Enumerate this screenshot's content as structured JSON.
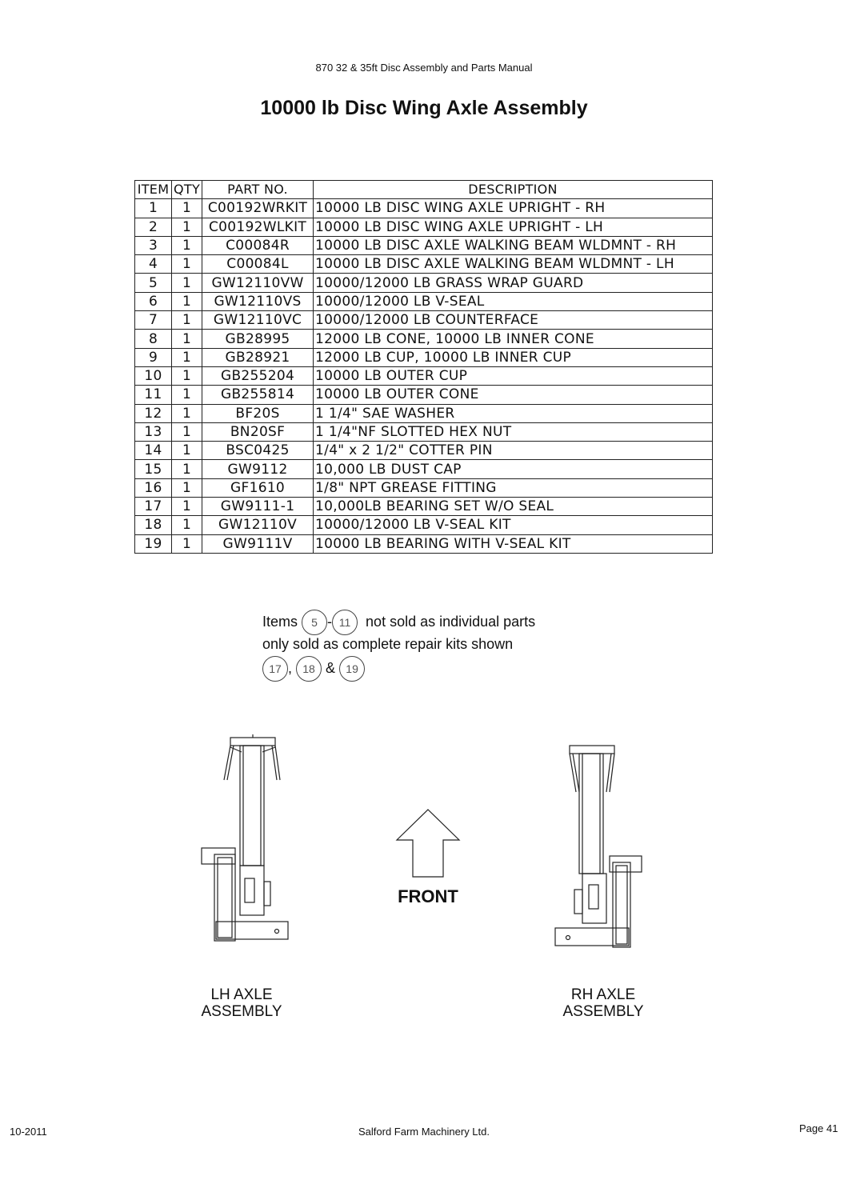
{
  "header": {
    "manual_title": "870 32 & 35ft Disc Assembly and Parts Manual"
  },
  "page_title": "10000 lb Disc Wing Axle Assembly",
  "table": {
    "columns": [
      "ITEM",
      "QTY",
      "PART NO.",
      "DESCRIPTION"
    ],
    "rows": [
      [
        "1",
        "1",
        "C00192WRKIT",
        "10000 LB DISC WING AXLE UPRIGHT - RH"
      ],
      [
        "2",
        "1",
        "C00192WLKIT",
        "10000 LB DISC WING AXLE UPRIGHT - LH"
      ],
      [
        "3",
        "1",
        "C00084R",
        "10000 LB DISC AXLE WALKING BEAM WLDMNT - RH"
      ],
      [
        "4",
        "1",
        "C00084L",
        "10000 LB DISC AXLE WALKING BEAM WLDMNT - LH"
      ],
      [
        "5",
        "1",
        "GW12110VW",
        "10000/12000 LB GRASS WRAP GUARD"
      ],
      [
        "6",
        "1",
        "GW12110VS",
        "10000/12000 LB V-SEAL"
      ],
      [
        "7",
        "1",
        "GW12110VC",
        "10000/12000 LB COUNTERFACE"
      ],
      [
        "8",
        "1",
        "GB28995",
        "12000 LB CONE, 10000 LB INNER CONE"
      ],
      [
        "9",
        "1",
        "GB28921",
        "12000 LB CUP, 10000 LB INNER CUP"
      ],
      [
        "10",
        "1",
        "GB255204",
        "10000 LB OUTER CUP"
      ],
      [
        "11",
        "1",
        "GB255814",
        "10000 LB OUTER CONE"
      ],
      [
        "12",
        "1",
        "BF20S",
        "1 1/4\" SAE WASHER"
      ],
      [
        "13",
        "1",
        "BN20SF",
        "1 1/4\"NF SLOTTED HEX NUT"
      ],
      [
        "14",
        "1",
        "BSC0425",
        "1/4\" x 2 1/2\" COTTER PIN"
      ],
      [
        "15",
        "1",
        "GW9112",
        "10,000 LB DUST CAP"
      ],
      [
        "16",
        "1",
        "GF1610",
        "1/8\" NPT GREASE FITTING"
      ],
      [
        "17",
        "1",
        "GW9111-1",
        "10,000LB BEARING SET W/O SEAL"
      ],
      [
        "18",
        "1",
        "GW12110V",
        "10000/12000 LB V-SEAL KIT"
      ],
      [
        "19",
        "1",
        "GW9111V",
        "10000 LB BEARING WITH V-SEAL KIT"
      ]
    ]
  },
  "note": {
    "prefix": "Items",
    "dash": "-",
    "range_start": "5",
    "range_end": "11",
    "line1_suffix": "not sold as individual parts",
    "line2": "only sold as complete repair kits shown",
    "kit_a": "17",
    "comma": ",",
    "kit_b": "18",
    "amp": "&",
    "kit_c": "19"
  },
  "diagram": {
    "front_label": "FRONT",
    "lh_caption_1": "LH AXLE",
    "lh_caption_2": "ASSEMBLY",
    "rh_caption_1": "RH AXLE",
    "rh_caption_2": "ASSEMBLY"
  },
  "footer": {
    "date": "10-2011",
    "company": "Salford Farm Machinery Ltd.",
    "page": "Page 41"
  }
}
